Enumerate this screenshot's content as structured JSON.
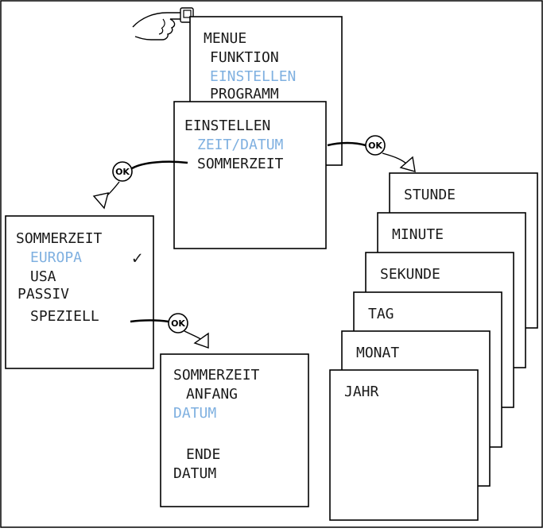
{
  "colors": {
    "highlight": "#7fb0e0",
    "text": "#1a1a1a"
  },
  "menu": {
    "title": "MENUE",
    "items": [
      "FUNKTION",
      "EINSTELLEN",
      "PROGRAMM"
    ],
    "selected_index": 1
  },
  "einstellen": {
    "title": "EINSTELLEN",
    "items": [
      "ZEIT/DATUM",
      "SOMMERZEIT"
    ],
    "selected_index": 0
  },
  "sommerzeit": {
    "title": "SOMMERZEIT",
    "items": [
      "EUROPA",
      "USA",
      "PASSIV",
      "SPEZIELL"
    ],
    "selected_index": 0,
    "check": "✓"
  },
  "speziell": {
    "title": "SOMMERZEIT",
    "start_label": "ANFANG",
    "start_value": "DATUM",
    "end_label": "ENDE",
    "end_value": "DATUM"
  },
  "zeit_datum": {
    "items": [
      "STUNDE",
      "MINUTE",
      "SEKUNDE",
      "TAG",
      "MONAT",
      "JAHR"
    ]
  },
  "ok_label": "OK"
}
